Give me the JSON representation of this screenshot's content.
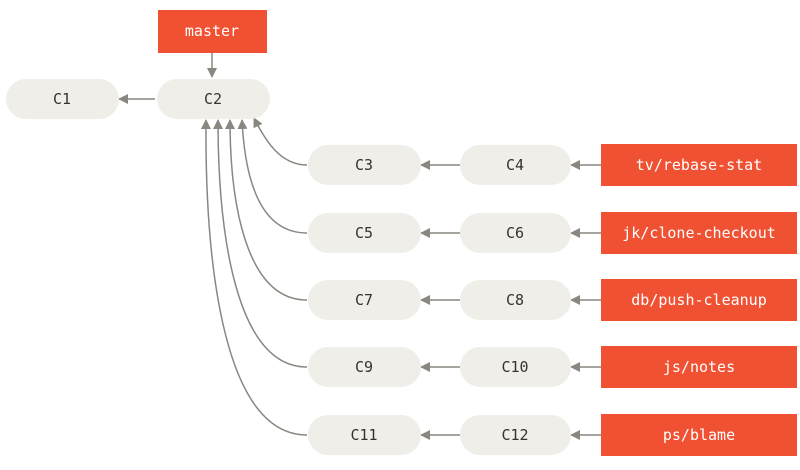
{
  "colors": {
    "commit_fill": "#efeee8",
    "branch_fill": "#f05133",
    "arrow": "#8a8680",
    "commit_text": "#333333",
    "branch_text": "#ffffff"
  },
  "commits": {
    "c1": "C1",
    "c2": "C2",
    "c3": "C3",
    "c4": "C4",
    "c5": "C5",
    "c6": "C6",
    "c7": "C7",
    "c8": "C8",
    "c9": "C9",
    "c10": "C10",
    "c11": "C11",
    "c12": "C12"
  },
  "branches": {
    "master": "master",
    "tv": "tv/rebase-stat",
    "jk": "jk/clone-checkout",
    "db": "db/push-cleanup",
    "js": "js/notes",
    "ps": "ps/blame"
  }
}
